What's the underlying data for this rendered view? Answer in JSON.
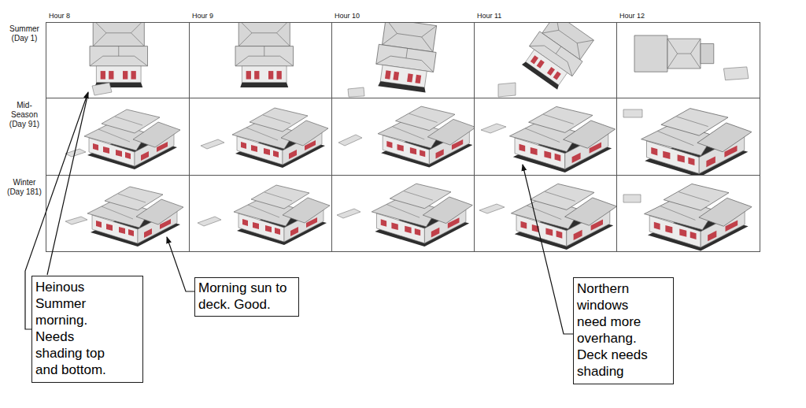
{
  "diagram": {
    "nodes": [
      {
        "text": [
          "Heinous Summer morning. Needs shading top and bottom."
        ]
      },
      {
        "text": [
          "Morning sun to deck. Good."
        ]
      },
      {
        "text": [
          "Northern windows need more overhang. Deck needs shading"
        ]
      }
    ],
    "labels": [
      "Hour 8",
      "Hour 9",
      "Hour 10",
      "Hour 11",
      "Hour 12",
      "Summer (Day 1)",
      "Mid-Season (Day 91)",
      "Winter (Day 181)"
    ]
  }
}
